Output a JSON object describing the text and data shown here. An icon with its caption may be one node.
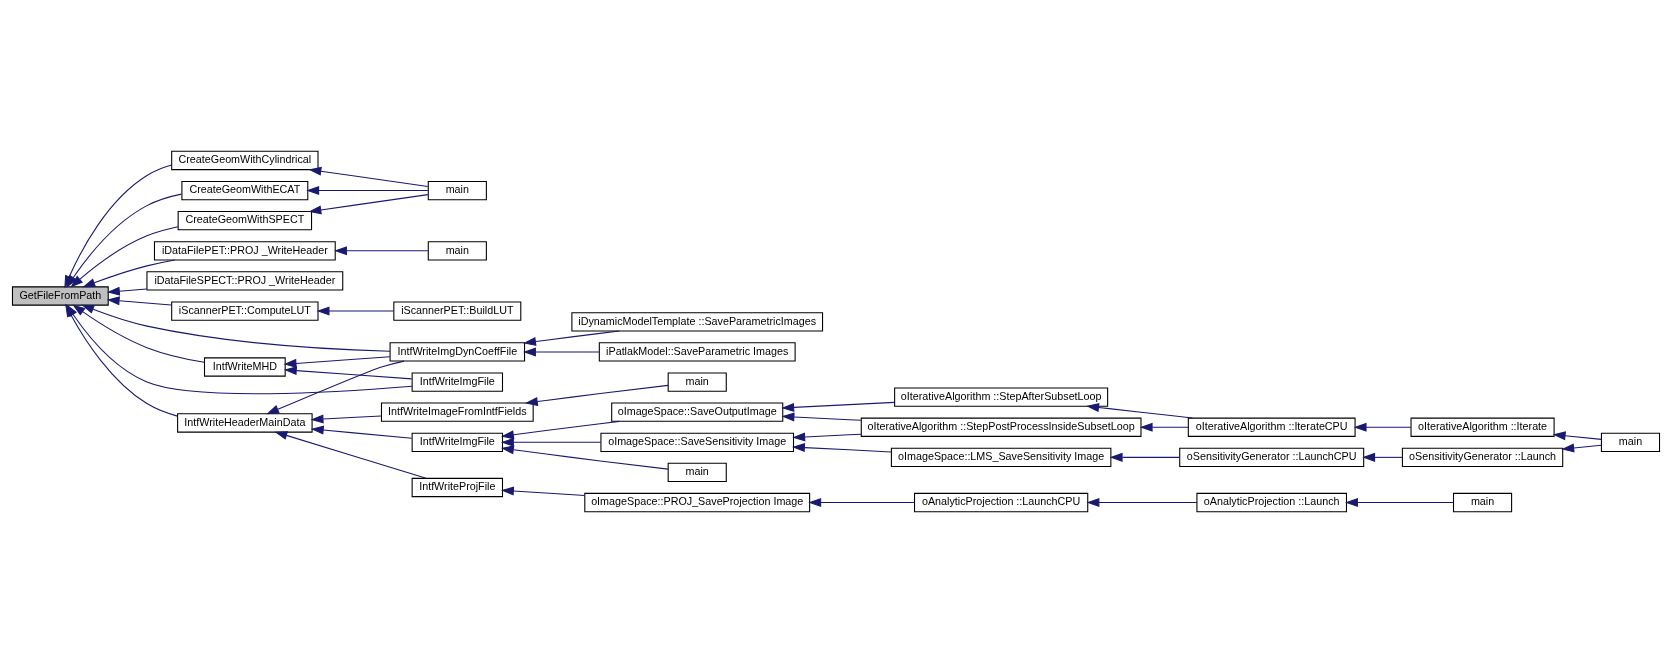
{
  "diagram": {
    "nodes": [
      {
        "text": [
          "GetFileFromPath"
        ]
      },
      {
        "text": [
          "CreateGeomWithCylindrical"
        ]
      },
      {
        "text": [
          "CreateGeomWithECAT"
        ]
      },
      {
        "text": [
          "CreateGeomWithSPECT"
        ]
      },
      {
        "text": [
          "main"
        ]
      },
      {
        "text": [
          "iDataFilePET::PROJ _WriteHeader"
        ]
      },
      {
        "text": [
          "main"
        ]
      },
      {
        "text": [
          "iDataFileSPECT::PROJ _WriteHeader"
        ]
      },
      {
        "text": [
          "iScannerPET::ComputeLUT"
        ]
      },
      {
        "text": [
          "iScannerPET::BuildLUT"
        ]
      },
      {
        "text": [
          "IntfWriteImgDynCoeffFile"
        ]
      },
      {
        "text": [
          "iPatlakModel::SaveParametric Images"
        ]
      },
      {
        "text": [
          "iDynamicModelTemplate ::SaveParametricImages"
        ]
      },
      {
        "text": [
          "IntfWriteMHD"
        ]
      },
      {
        "text": [
          "IntfWriteImgFile"
        ]
      },
      {
        "text": [
          "IntfWriteHeaderMainData"
        ]
      },
      {
        "text": [
          "IntfWriteImageFromIntfFields"
        ]
      },
      {
        "text": [
          "main"
        ]
      },
      {
        "text": [
          "IntfWriteImgFile"
        ]
      },
      {
        "text": [
          "oImageSpace::SaveOutputImage"
        ]
      },
      {
        "text": [
          "main"
        ]
      },
      {
        "text": [
          "oImageSpace::SaveSensitivity Image"
        ]
      },
      {
        "text": [
          "IntfWriteProjFile"
        ]
      },
      {
        "text": [
          "oImageSpace::PROJ_SaveProjection Image"
        ]
      },
      {
        "text": [
          "oIterativeAlgorithm ::StepAfterSubsetLoop"
        ]
      },
      {
        "text": [
          "oIterativeAlgorithm ::StepPostProcessInsideSubsetLoop"
        ]
      },
      {
        "text": [
          "oImageSpace::LMS_SaveSensitivity Image"
        ]
      },
      {
        "text": [
          "oIterativeAlgorithm ::IterateCPU"
        ]
      },
      {
        "text": [
          "oSensitivityGenerator ::LaunchCPU"
        ]
      },
      {
        "text": [
          "oAnalyticProjection ::LaunchCPU"
        ]
      },
      {
        "text": [
          "oIterativeAlgorithm ::Iterate"
        ]
      },
      {
        "text": [
          "oSensitivityGenerator ::Launch"
        ]
      },
      {
        "text": [
          "oAnalyticProjection ::Launch"
        ]
      },
      {
        "text": [
          "main"
        ]
      },
      {
        "text": [
          "main"
        ]
      }
    ],
    "edges": [
      {
        "from": 1,
        "to": 0,
        "arrow": "to"
      },
      {
        "from": 2,
        "to": 0,
        "arrow": "to"
      },
      {
        "from": 3,
        "to": 0,
        "arrow": "to"
      },
      {
        "from": 5,
        "to": 0,
        "arrow": "to"
      },
      {
        "from": 7,
        "to": 0,
        "arrow": "to"
      },
      {
        "from": 8,
        "to": 0,
        "arrow": "to"
      },
      {
        "from": 10,
        "to": 0,
        "arrow": "to"
      },
      {
        "from": 13,
        "to": 0,
        "arrow": "to"
      },
      {
        "from": 14,
        "to": 0,
        "arrow": "to"
      },
      {
        "from": 15,
        "to": 0,
        "arrow": "to"
      },
      {
        "from": 4,
        "to": 1,
        "arrow": "to"
      },
      {
        "from": 4,
        "to": 2,
        "arrow": "to"
      },
      {
        "from": 4,
        "to": 3,
        "arrow": "to"
      },
      {
        "from": 6,
        "to": 5,
        "arrow": "to"
      },
      {
        "from": 9,
        "to": 8,
        "arrow": "to"
      },
      {
        "from": 10,
        "to": 13,
        "arrow": "to"
      },
      {
        "from": 14,
        "to": 13,
        "arrow": "to"
      },
      {
        "from": 10,
        "to": 15,
        "arrow": "to"
      },
      {
        "from": 16,
        "to": 15,
        "arrow": "to"
      },
      {
        "from": 18,
        "to": 15,
        "arrow": "to"
      },
      {
        "from": 22,
        "to": 15,
        "arrow": "to"
      },
      {
        "from": 11,
        "to": 10,
        "arrow": "to"
      },
      {
        "from": 12,
        "to": 10,
        "arrow": "to"
      },
      {
        "from": 17,
        "to": 16,
        "arrow": "to"
      },
      {
        "from": 19,
        "to": 18,
        "arrow": "to"
      },
      {
        "from": 20,
        "to": 18,
        "arrow": "to"
      },
      {
        "from": 21,
        "to": 18,
        "arrow": "to"
      },
      {
        "from": 24,
        "to": 19,
        "arrow": "to"
      },
      {
        "from": 25,
        "to": 19,
        "arrow": "to"
      },
      {
        "from": 25,
        "to": 21,
        "arrow": "to"
      },
      {
        "from": 26,
        "to": 21,
        "arrow": "to"
      },
      {
        "from": 23,
        "to": 22,
        "arrow": "to"
      },
      {
        "from": 27,
        "to": 24,
        "arrow": "to"
      },
      {
        "from": 27,
        "to": 25,
        "arrow": "to"
      },
      {
        "from": 28,
        "to": 26,
        "arrow": "to"
      },
      {
        "from": 29,
        "to": 23,
        "arrow": "to"
      },
      {
        "from": 30,
        "to": 27,
        "arrow": "to"
      },
      {
        "from": 31,
        "to": 28,
        "arrow": "to"
      },
      {
        "from": 32,
        "to": 29,
        "arrow": "to"
      },
      {
        "from": 33,
        "to": 30,
        "arrow": "to"
      },
      {
        "from": 33,
        "to": 31,
        "arrow": "to"
      },
      {
        "from": 34,
        "to": 32,
        "arrow": "to"
      }
    ]
  }
}
